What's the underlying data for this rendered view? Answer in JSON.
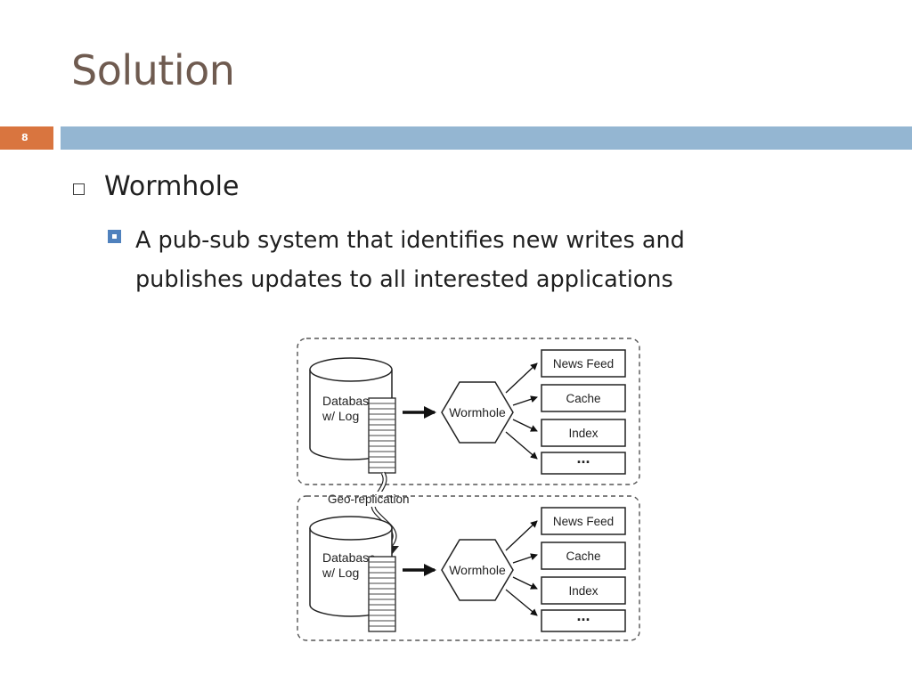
{
  "slide": {
    "title": "Solution",
    "number": "8"
  },
  "bullets": {
    "level1": "Wormhole",
    "level2_line1": "A pub-sub system that identifies new writes and",
    "level2_line2": "publishes updates to all interested applications"
  },
  "diagram": {
    "top": {
      "database_line1": "Database",
      "database_line2": "w/ Log",
      "wormhole": "Wormhole",
      "outputs": [
        "News Feed",
        "Cache",
        "Index",
        "..."
      ]
    },
    "replication_label": "Geo-replication",
    "bottom": {
      "database_line1": "Database",
      "database_line2": "w/ Log",
      "wormhole": "Wormhole",
      "outputs": [
        "News Feed",
        "Cache",
        "Index",
        "..."
      ]
    }
  },
  "colors": {
    "title": "#6f5b50",
    "slide_number_bg": "#d9753f",
    "header_bar": "#94b6d2",
    "bullet2": "#4f81bd"
  }
}
